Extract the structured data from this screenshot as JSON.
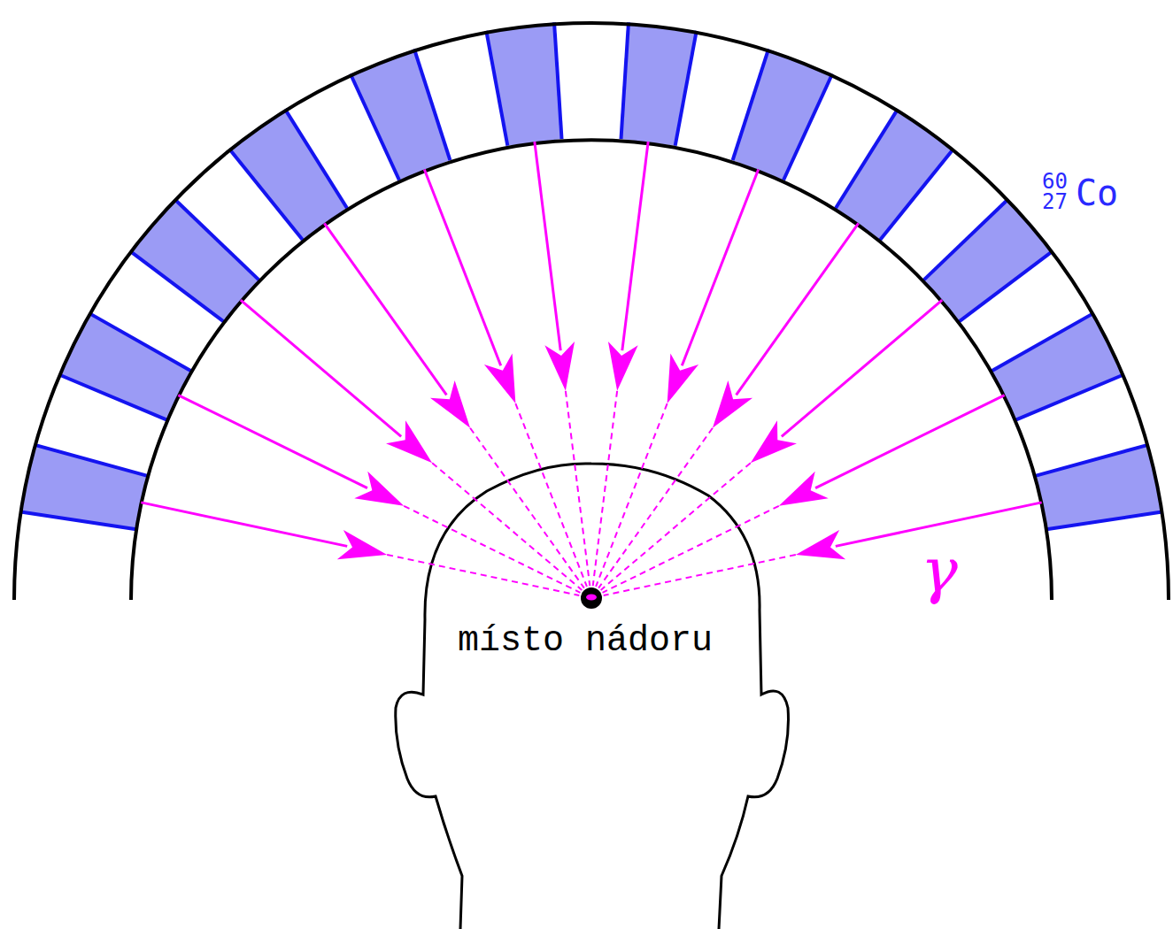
{
  "diagram": {
    "labels": [
      "60",
      "27",
      "Co",
      "γ",
      "místo nádoru"
    ]
  }
}
